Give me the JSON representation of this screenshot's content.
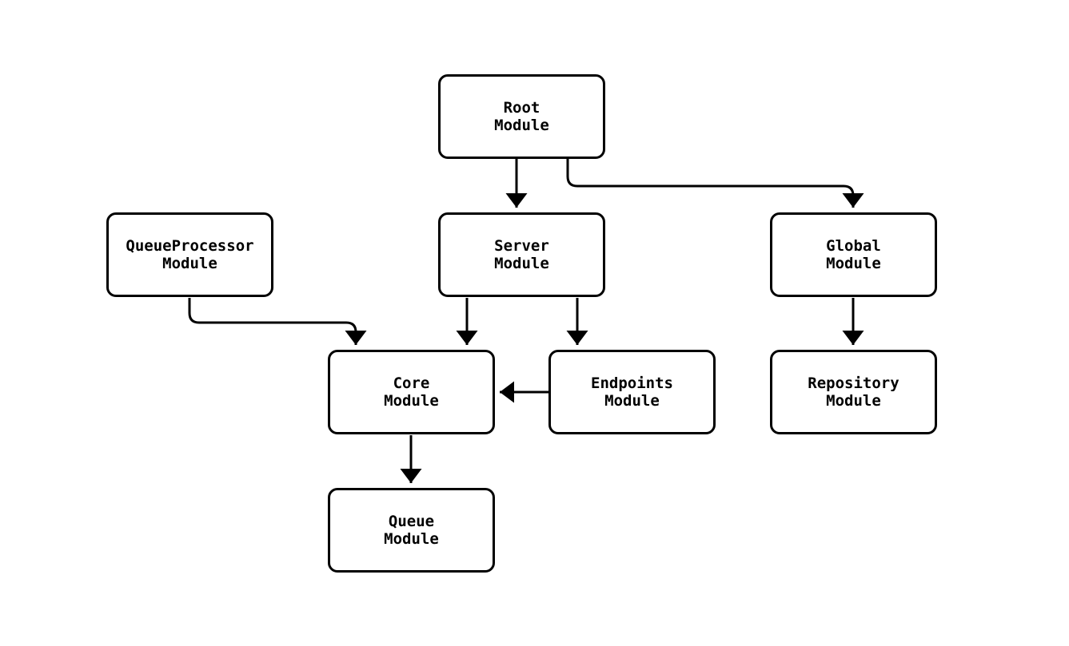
{
  "diagram": {
    "type": "flowchart",
    "direction": "top-down",
    "nodes": {
      "root": {
        "line1": "Root",
        "line2": "Module"
      },
      "queueprocessor": {
        "line1": "QueueProcessor",
        "line2": "Module"
      },
      "server": {
        "line1": "Server",
        "line2": "Module"
      },
      "global": {
        "line1": "Global",
        "line2": "Module"
      },
      "core": {
        "line1": "Core",
        "line2": "Module"
      },
      "endpoints": {
        "line1": "Endpoints",
        "line2": "Module"
      },
      "repository": {
        "line1": "Repository",
        "line2": "Module"
      },
      "queue": {
        "line1": "Queue",
        "line2": "Module"
      }
    },
    "edges": [
      {
        "from": "Root Module",
        "to": "Server Module"
      },
      {
        "from": "Root Module",
        "to": "Global Module"
      },
      {
        "from": "QueueProcessor Module",
        "to": "Core Module"
      },
      {
        "from": "Server Module",
        "to": "Core Module"
      },
      {
        "from": "Server Module",
        "to": "Endpoints Module"
      },
      {
        "from": "Endpoints Module",
        "to": "Core Module"
      },
      {
        "from": "Global Module",
        "to": "Repository Module"
      },
      {
        "from": "Core Module",
        "to": "Queue Module"
      }
    ],
    "colors": {
      "background": "#ffffff",
      "node_fill": "#ffffff",
      "node_border": "#000000",
      "edge": "#000000",
      "text": "#000000"
    }
  }
}
